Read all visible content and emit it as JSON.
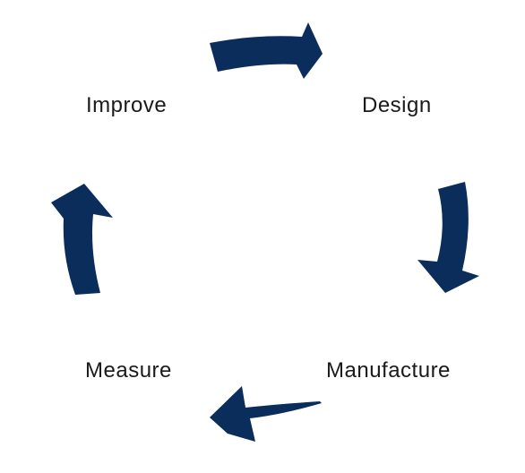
{
  "cycle": {
    "accent_color": "#0b2d5b",
    "stages": {
      "improve": "Improve",
      "design": "Design",
      "manufacture": "Manufacture",
      "measure": "Measure"
    },
    "arrows": [
      {
        "name": "arrow-improve-to-design",
        "icon": "curved-arrow-right-icon"
      },
      {
        "name": "arrow-design-to-manufacture",
        "icon": "curved-arrow-down-icon"
      },
      {
        "name": "arrow-manufacture-to-measure",
        "icon": "curved-arrow-left-icon"
      },
      {
        "name": "arrow-measure-to-improve",
        "icon": "curved-arrow-up-icon"
      }
    ]
  }
}
